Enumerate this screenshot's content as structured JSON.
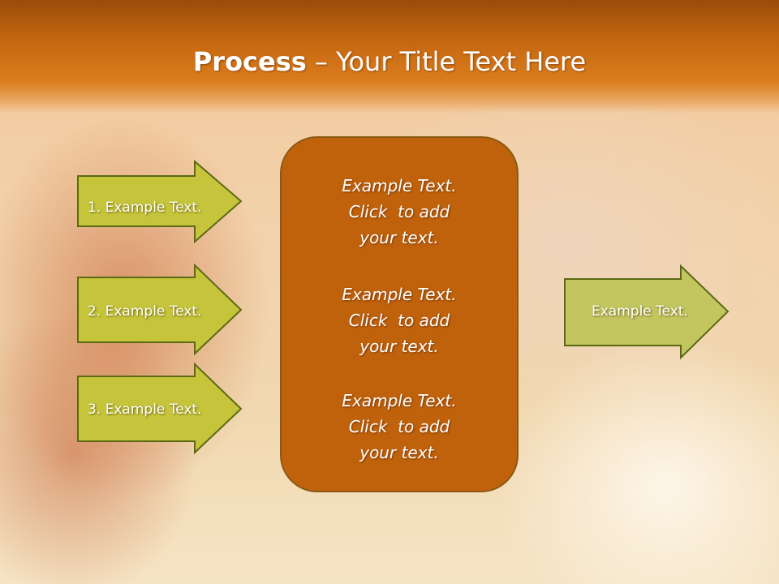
{
  "slide": {
    "title_bold": "Process",
    "title_rest": " – Your Title Text Here"
  },
  "left_arrows": [
    {
      "label": "1. Example Text."
    },
    {
      "label": "2. Example Text."
    },
    {
      "label": "3. Example Text."
    }
  ],
  "center_box": {
    "blocks": [
      {
        "lines": [
          "Example Text.",
          "Click  to add",
          "your text."
        ]
      },
      {
        "lines": [
          "Example Text.",
          "Click  to add",
          "your text."
        ]
      },
      {
        "lines": [
          "Example Text.",
          "Click  to add",
          "your text."
        ]
      }
    ]
  },
  "right_arrow": {
    "label": "Example Text."
  },
  "colors": {
    "title_bar": "#c4660f",
    "arrow_fill_left": "#c6c43a",
    "arrow_fill_right": "#c3c55e",
    "arrow_border": "#5b6a14",
    "center_box_fill": "#c0620b",
    "center_box_border": "#8a5a14"
  }
}
